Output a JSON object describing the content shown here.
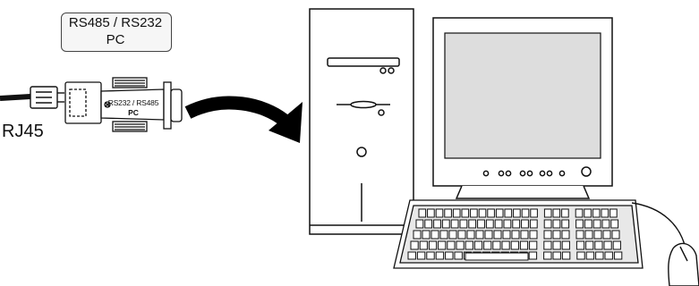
{
  "adapter_tag": {
    "line1": "RS485 / RS232",
    "line2": "PC"
  },
  "adapter_body": {
    "line1": "RS232 / RS485",
    "line2": "PC"
  },
  "connector_label": "RJ45",
  "icons": [
    "rj45-plug-icon",
    "rs232-rs485-adapter-icon",
    "curved-arrow-icon",
    "pc-tower-icon",
    "crt-monitor-icon",
    "keyboard-icon",
    "mouse-icon"
  ],
  "colors": {
    "line": "#111111",
    "arrow": "#000000",
    "screen": "#dddddd",
    "background": "#ffffff"
  }
}
